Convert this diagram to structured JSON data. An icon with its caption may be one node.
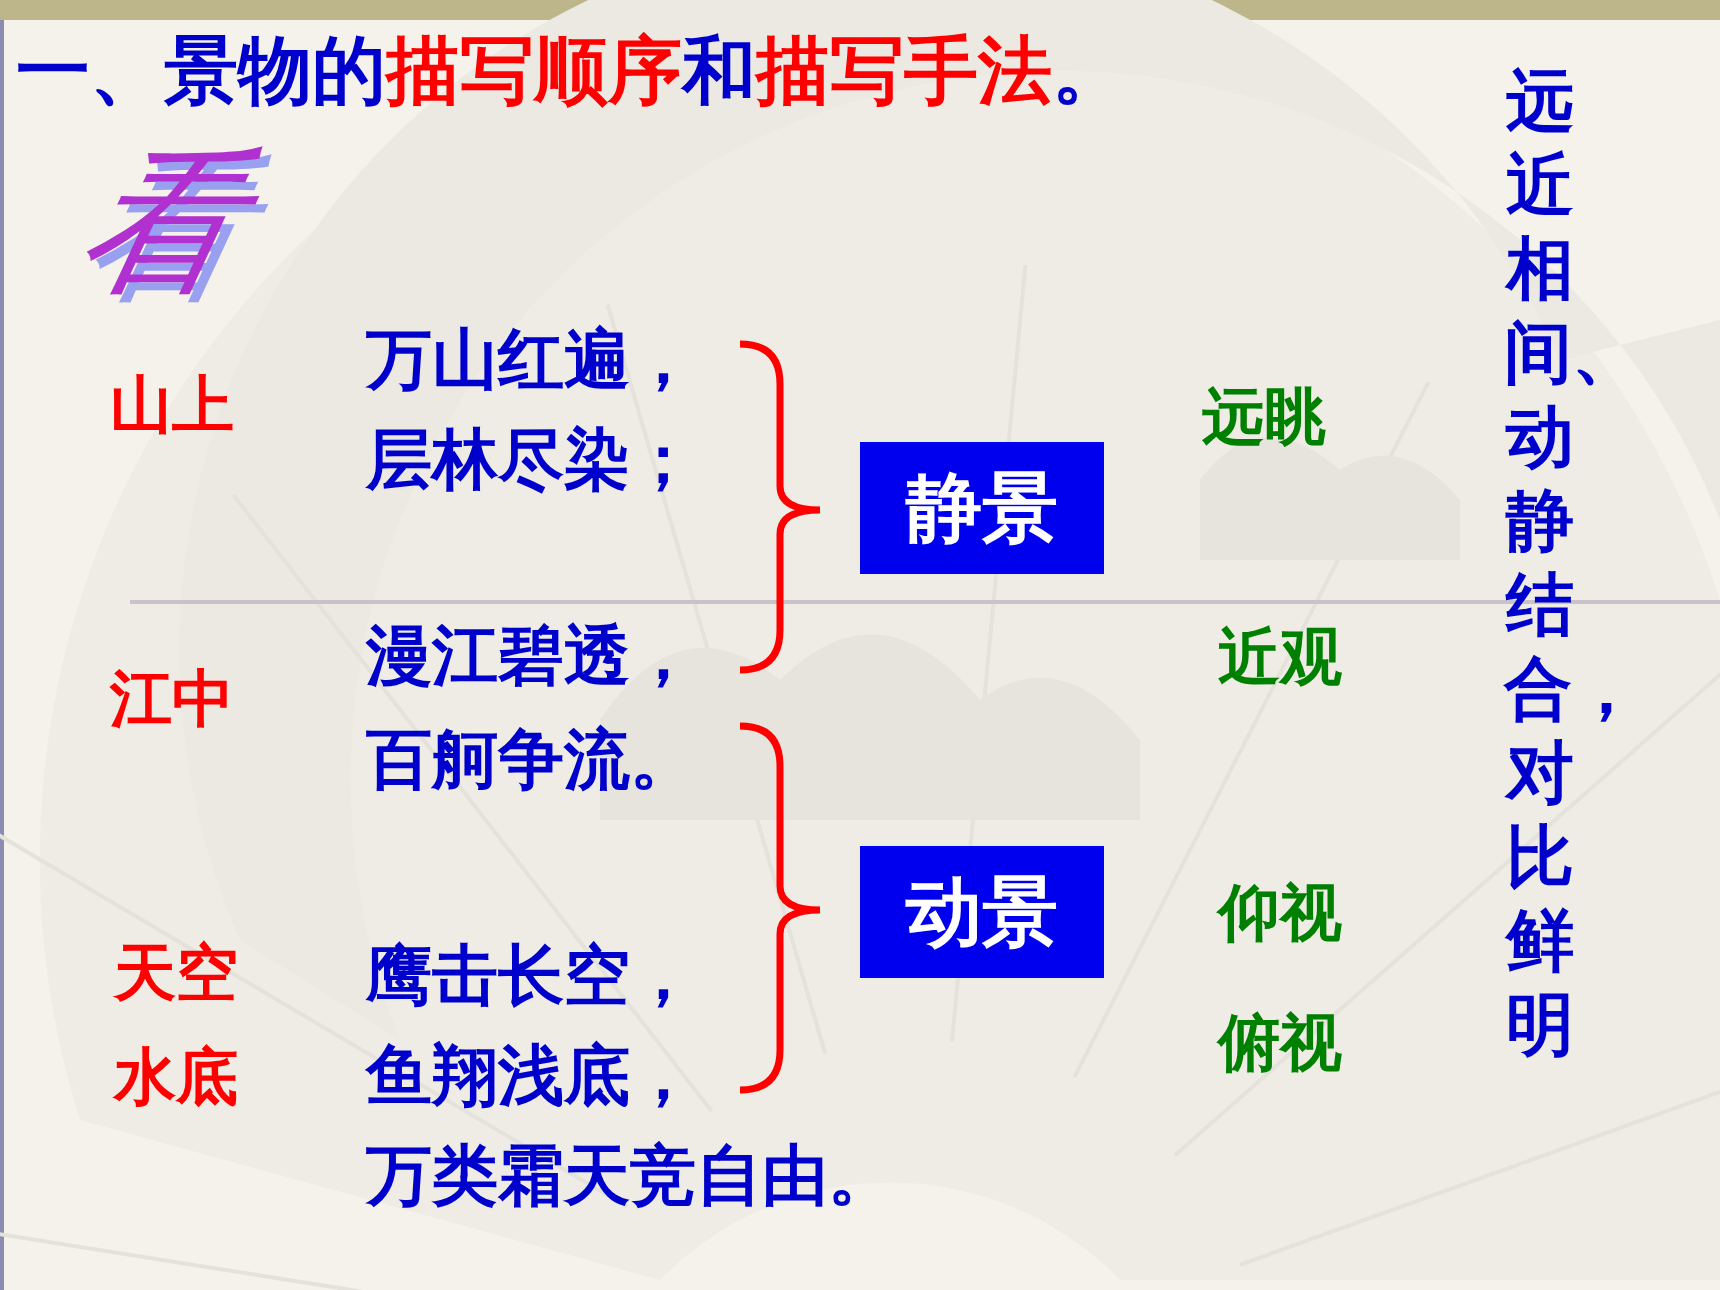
{
  "diagram": {
    "title": "一、景物的描写顺序和描写手法。",
    "nodes": [
      {
        "text": [
          "静景"
        ]
      },
      {
        "text": [
          "动景"
        ]
      }
    ],
    "labels": [
      "看",
      "山上",
      "万山红遍，",
      "层林尽染；",
      "远眺",
      "漫江碧透，",
      "江中",
      "近观",
      "百舸争流。",
      "仰视",
      "天空",
      "鹰击长空，",
      "水底",
      "鱼翔浅底，",
      "俯视",
      "万类霜天竞自由。",
      "远近相间、动静结合，对比鲜明"
    ]
  }
}
